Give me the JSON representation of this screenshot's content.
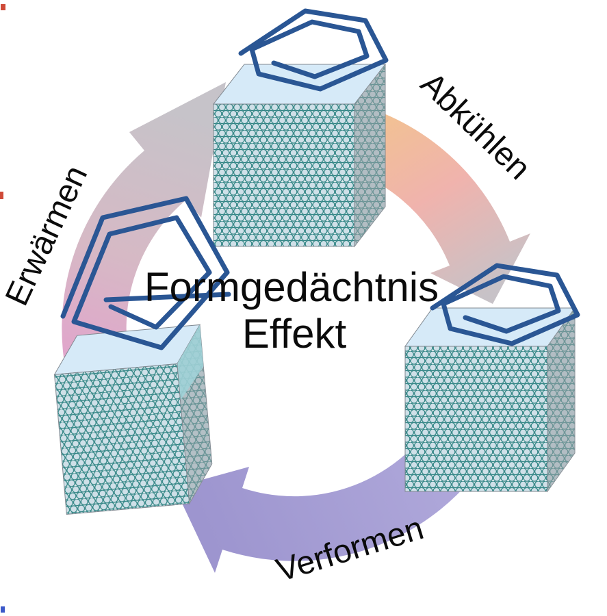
{
  "diagram": {
    "type": "cycle-diagram",
    "center_title": {
      "line1": "Formgedächtnis",
      "line2": "Effekt"
    },
    "steps": {
      "cool": {
        "label": "Abkühlen"
      },
      "deform": {
        "label": "Verformen"
      },
      "heat": {
        "label": "Erwärmen"
      }
    },
    "colors": {
      "background": "#ffffff",
      "text": "#0b0b0b",
      "paperclip": "#2a5694",
      "cube_top_face": "#d6eaf8",
      "cube_side_face": "#9aa0a4",
      "cube_side_accent": "#9fd2d8",
      "lattice_stroke": "#2e8383",
      "lattice_fill": "#cfe0e8",
      "lattice_bg": "#e0ebee",
      "arrow_cool_start": "#f2c48e",
      "arrow_cool_mid": "#f0b3ad",
      "arrow_cool_end": "#c7c2c7",
      "arrow_heat_start": "#e2a3cc",
      "arrow_heat_mid": "#d6b9c5",
      "arrow_heat_end": "#c6c3c9",
      "arrow_deform_start": "#b2abdc",
      "arrow_deform_end": "#9d95cf",
      "artifact_red": "#cf4a38",
      "artifact_blue": "#3b58c9"
    }
  }
}
